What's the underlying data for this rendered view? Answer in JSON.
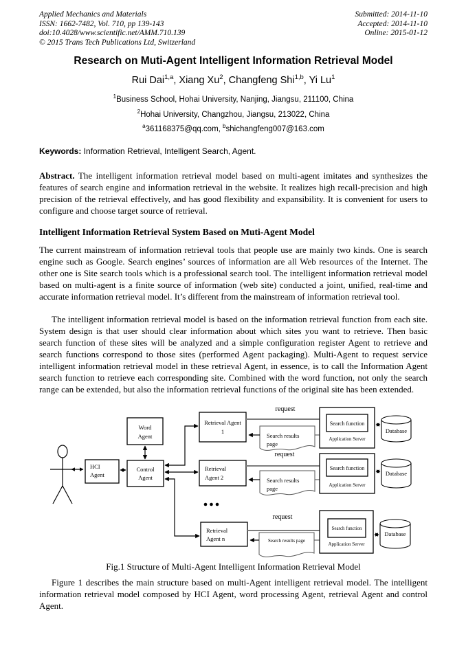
{
  "journal_header": {
    "left_lines": [
      "Applied Mechanics and Materials",
      "ISSN: 1662-7482, Vol. 710, pp 139-143",
      "doi:10.4028/www.scientific.net/AMM.710.139",
      "© 2015 Trans Tech Publications Ltd, Switzerland"
    ],
    "right_lines": [
      "Submitted: 2014-11-10",
      "Accepted: 2014-11-10",
      "Online: 2015-01-12"
    ]
  },
  "title": "Research on Muti-Agent Intelligent Information Retrieval Model",
  "authors": {
    "segments": [
      {
        "text": "Rui Dai"
      },
      {
        "sup": "1,a"
      },
      {
        "text": ", Xiang Xu"
      },
      {
        "sup": "2"
      },
      {
        "text": ", Changfeng Shi"
      },
      {
        "sup": "1,b"
      },
      {
        "text": ", Yi Lu"
      },
      {
        "sup": "1"
      }
    ]
  },
  "affiliations": [
    {
      "sup": "1",
      "text": "Business School, Hohai University, Nanjing, Jiangsu, 211100, China"
    },
    {
      "sup": "2",
      "text": "Hohai University, Changzhou, Jiangsu, 213022, China"
    }
  ],
  "emails": {
    "a_sup": "a",
    "a_text": "361168375@qq.com, ",
    "b_sup": "b",
    "b_text": "shichangfeng007@163.com"
  },
  "keywords": {
    "label": "Keywords:",
    "text": " Information Retrieval, Intelligent Search, Agent."
  },
  "abstract": {
    "label": "Abstract.",
    "text": " The intelligent information retrieval model based on multi-agent imitates and synthesizes the features of search engine and information retrieval in the website. It realizes high recall-precision and high precision of the retrieval effectively, and has good flexibility and expansibility. It is convenient for users to configure and choose target source of retrieval."
  },
  "section": {
    "heading": "Intelligent Information Retrieval System Based on Muti-Agent Model",
    "para1": "The current mainstream of information retrieval tools that people use are mainly two kinds. One is search engine such as Google. Search engines’ sources of information are all Web resources of the Internet. The other one is Site search tools which is a professional search tool. The intelligent information retrieval model based on multi-agent is a finite source of information (web site) conducted a joint, unified, real-time and accurate information retrieval model. It’s different from the mainstream of information retrieval tool.",
    "para2": "The intelligent information retrieval model is based on the information retrieval function from each site. System design is that user should clear information about which sites you want to retrieve. Then basic search function of these sites will be analyzed and a simple configuration register Agent to retrieve and search functions correspond to those sites (performed Agent packaging). Multi-Agent to request service intelligent information retrieval model in these retrieval Agent, in essence, is to call the Information Agent search function to retrieve each corresponding site. Combined with the word function, not only the search range can be extended, but also the information retrieval functions of the original site has been extended."
  },
  "figure": {
    "caption": "Fig.1 Structure of Multi-Agent Intelligent Information Retrieval Model",
    "request": "request",
    "word_agent": {
      "l1": "Word",
      "l2": "Agent"
    },
    "hci_agent": {
      "l1": "HCI",
      "l2": "Agent"
    },
    "control_agent": {
      "l1": "Control",
      "l2": "Agent"
    },
    "retrieval_agent_1": {
      "l1": "Retrieval Agent",
      "l2": "1"
    },
    "retrieval_agent_2": {
      "l1": "Retrieval",
      "l2": "Agent 2"
    },
    "retrieval_agent_n": {
      "l1": "Retrieval",
      "l2": "Agent n"
    },
    "search_results": {
      "l1": "Search results",
      "l2": "page"
    },
    "search_results_n": "Search results page",
    "search_function": "Search function",
    "application_server": "Application Server",
    "database": "Database",
    "colors": {
      "request_arrow": "#7d7d7d",
      "line": "#000000"
    }
  },
  "closing_para": "Figure 1 describes the main structure based on multi-Agent intelligent retrieval model. The intelligent information retrieval model composed by HCI Agent, word processing Agent, retrieval Agent and control Agent."
}
